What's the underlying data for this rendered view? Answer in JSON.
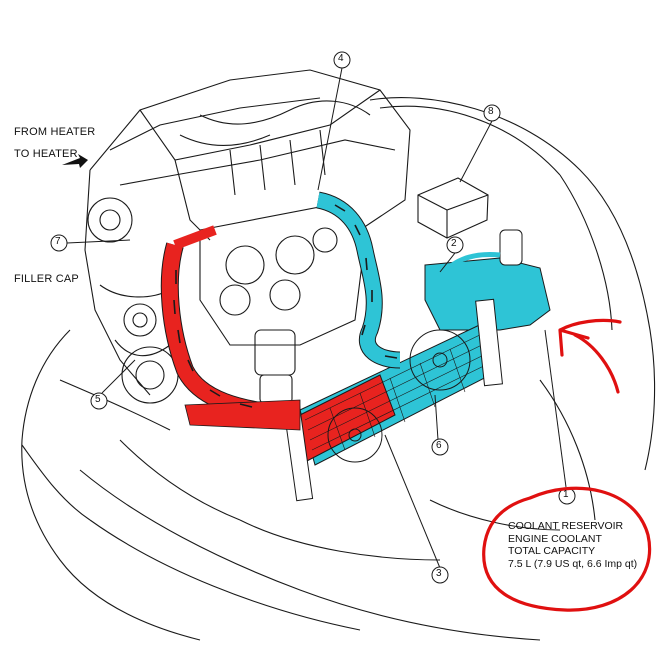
{
  "labels": {
    "from_heater": "FROM HEATER",
    "to_heater": "TO HEATER",
    "filler_cap": "FILLER CAP"
  },
  "callouts": [
    "1",
    "2",
    "3",
    "4",
    "5",
    "6",
    "7",
    "8"
  ],
  "note": {
    "line1": "COOLANT RESERVOIR",
    "line2": "ENGINE COOLANT",
    "line3": "TOTAL CAPACITY",
    "line4": "7.5 L (7.9 US qt, 6.6 Imp qt)"
  },
  "colors": {
    "hot_coolant": "#e8231f",
    "cold_coolant": "#2ec4d6",
    "annotation": "#e01010",
    "linework": "#1a1a1a"
  }
}
